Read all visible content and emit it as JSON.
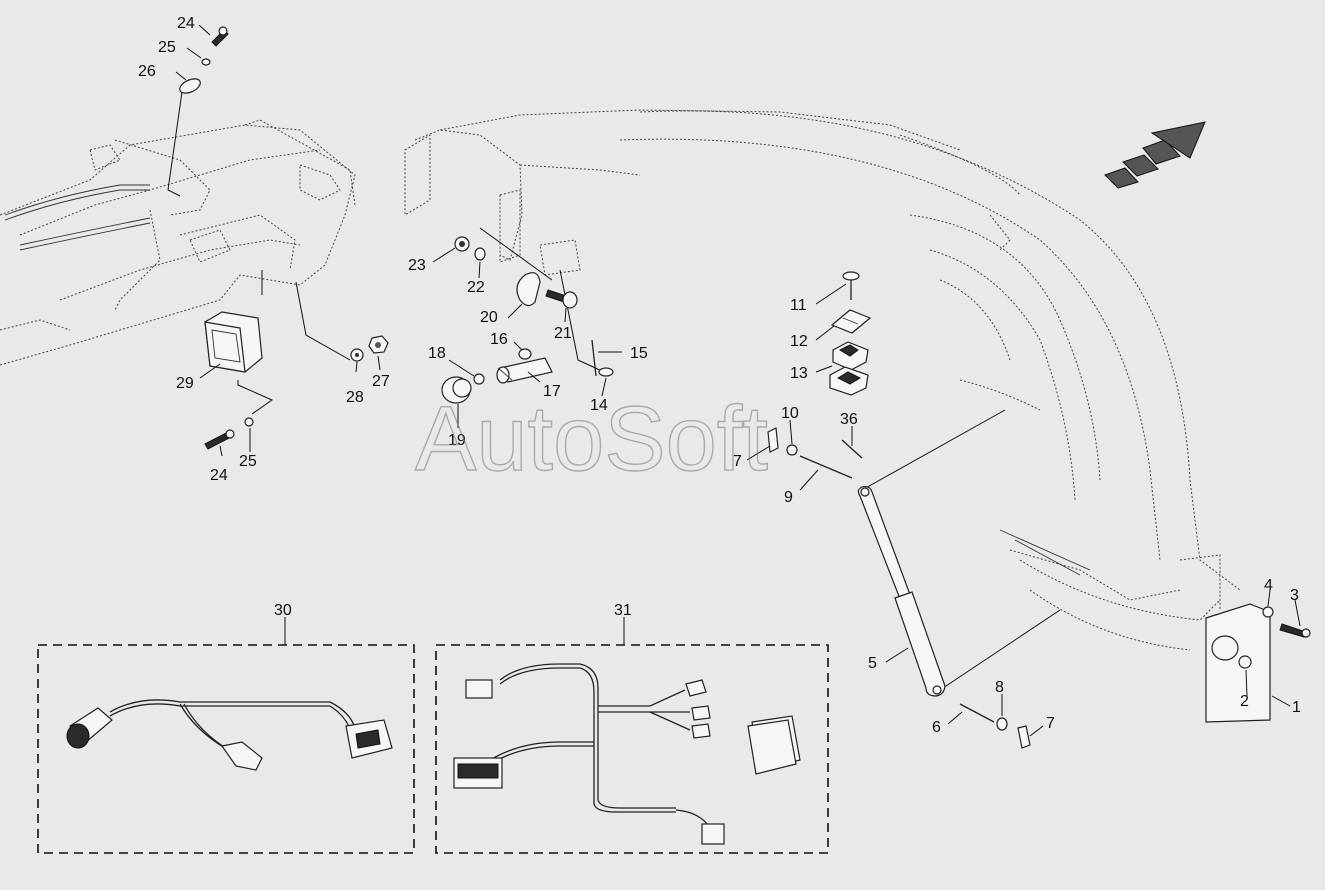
{
  "watermark": "AutoSoft",
  "callouts": {
    "c24a": "24",
    "c25a": "25",
    "c26": "26",
    "c29": "29",
    "c27": "27",
    "c28": "28",
    "c24b": "24",
    "c25b": "25",
    "c23": "23",
    "c22": "22",
    "c20": "20",
    "c21": "21",
    "c16": "16",
    "c18": "18",
    "c17": "17",
    "c14": "14",
    "c15": "15",
    "c19": "19",
    "c11": "11",
    "c12": "12",
    "c13": "13",
    "c10": "10",
    "c7a": "7",
    "c9": "9",
    "c36": "36",
    "c5": "5",
    "c6": "6",
    "c8": "8",
    "c7b": "7",
    "c4": "4",
    "c3": "3",
    "c2": "2",
    "c1": "1",
    "c30": "30",
    "c31": "31"
  },
  "icons": [
    "front-direction-arrow-icon"
  ]
}
